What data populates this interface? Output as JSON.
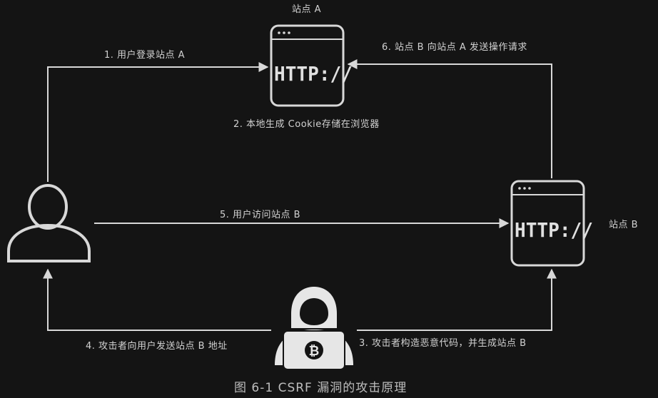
{
  "diagram": {
    "site_a": {
      "label": "站点 A",
      "http_text": "HTTP://"
    },
    "site_b": {
      "label": "站点 B",
      "http_text": "HTTP://"
    },
    "user": {},
    "attacker": {
      "laptop_icon": "bitcoin-icon",
      "laptop_symbol": "₿"
    },
    "steps": [
      {
        "label": "1. 用户登录站点 A"
      },
      {
        "label": "2. 本地生成 Cookie存储在浏览器"
      },
      {
        "label": "3. 攻击者构造恶意代码，并生成站点 B"
      },
      {
        "label": "4. 攻击者向用户发送站点 B 地址"
      },
      {
        "label": "5. 用户访问站点 B"
      },
      {
        "label": "6. 站点 B 向站点 A 发送操作请求"
      }
    ],
    "caption": "图 6-1   CSRF 漏洞的攻击原理",
    "colors": {
      "background": "#141414",
      "stroke": "#d8d8d8",
      "text": "#d2d2d2"
    }
  }
}
